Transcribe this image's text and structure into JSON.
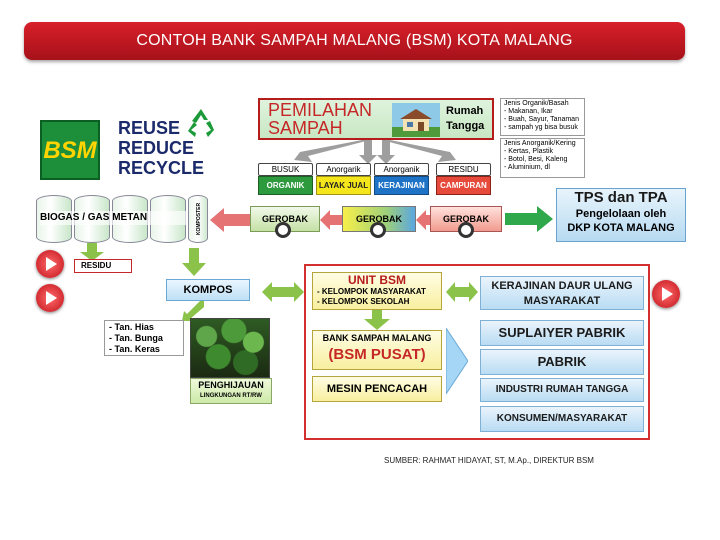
{
  "header": {
    "title": "CONTOH BANK SAMPAH MALANG (BSM) KOTA MALANG"
  },
  "logo": {
    "text": "BSM",
    "reuse": "REUSE",
    "reduce": "REDUCE",
    "recycle": "RECYCLE"
  },
  "pemilahan": {
    "line1": "PEMILAHAN",
    "line2": "SAMPAH",
    "rumah": "Rumah",
    "tangga": "Tangga"
  },
  "jenis_organik": {
    "title": "Jenis Organik/Basah",
    "items": [
      "- Makanan, Ikar",
      "- Buah, Sayur, Tanaman",
      "- sampah yg bisa busuk"
    ]
  },
  "jenis_anorganik": {
    "title": "Jenis Anorganik/Kering",
    "items": [
      "- Kertas, Plastik",
      "- Botol, Besi, Kaleng",
      "- Aluminium, dl"
    ]
  },
  "bins": [
    {
      "top": "BUSUK",
      "bottom": "ORGANIK"
    },
    {
      "top": "Anorgarik",
      "bottom": "LAYAK JUAL"
    },
    {
      "top": "Anorganik",
      "bottom": "KERAJINAN"
    },
    {
      "top": "RESIDU",
      "bottom": "CAMPURAN"
    }
  ],
  "biogas": {
    "label": "BIOGAS / GAS METAN",
    "vertical": "KOMPOSTER"
  },
  "gerobak": [
    "GEROBAK",
    "GEROBAK",
    "GEROBAK"
  ],
  "tps": {
    "line1": "TPS dan TPA",
    "line2": "Pengelolaan oleh",
    "line3": "DKP KOTA MALANG"
  },
  "residu": "RESIDU",
  "kompos": "KOMPOS",
  "tanaman": [
    "- Tan. Hias",
    "- Tan. Bunga",
    "- Tan. Keras"
  ],
  "penghijauan": {
    "line1": "PENGHIJAUAN",
    "line2": "LINGKUNGAN RT/RW"
  },
  "unit_bsm": {
    "title": "UNIT BSM",
    "items": [
      "- KELOMPOK MASYARAKAT",
      "- KELOMPOK SEKOLAH"
    ]
  },
  "bank_pusat": {
    "line1": "BANK SAMPAH MALANG",
    "line2": "(BSM PUSAT)"
  },
  "mesin": "MESIN PENCACAH",
  "kerajinan": {
    "line1": "KERAJINAN DAUR ULANG",
    "line2": "MASYARAKAT"
  },
  "outputs": [
    "SUPLAIYER PABRIK",
    "PABRIK",
    "INDUSTRI RUMAH TANGGA",
    "KONSUMEN/MASYARAKAT"
  ],
  "source": "SUMBER: RAHMAT HIDAYAT, ST, M.Ap., DIREKTUR BSM"
}
